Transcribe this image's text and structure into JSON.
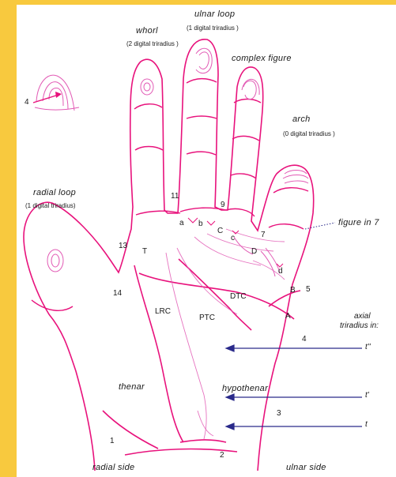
{
  "patterns": {
    "whorl": {
      "name": "whorl",
      "sub": "(2 digital triradius )"
    },
    "ulnar_loop": {
      "name": "ulnar loop",
      "sub": "(1 digital triradius )"
    },
    "complex_figure": {
      "name": "complex figure"
    },
    "arch": {
      "name": "arch",
      "sub": "(0 digital triradius )"
    },
    "radial_loop": {
      "name": "radial loop",
      "sub": "(1 digital triradius)"
    },
    "figure_in_7": {
      "name": "figure in 7"
    }
  },
  "triradii": {
    "a": "a",
    "b": "b",
    "c": "c",
    "d": "d",
    "T": "T",
    "C": "C",
    "D": "D",
    "B": "B",
    "A": "A"
  },
  "line_numbers": {
    "n1": "1",
    "n2": "2",
    "n3": "3",
    "n4": "4",
    "n5": "5",
    "n7": "7",
    "n9": "9",
    "n11": "11",
    "n13": "13",
    "n14": "14",
    "inset4": "4"
  },
  "creases": {
    "dtc": "DTC",
    "ptc": "PTC",
    "lrc": "LRC"
  },
  "regions": {
    "thenar": "thenar",
    "hypothenar": "hypothenar",
    "radial_side": "radial side",
    "ulnar_side": "ulnar side"
  },
  "axial": {
    "title_1": "axial",
    "title_2": "triradius in:",
    "t2": "t''",
    "t1": "t'",
    "t": "t"
  },
  "colors": {
    "background": "#f8c93e",
    "panel": "#ffffff",
    "outline": "#e8127c",
    "ridge": "#e25bb5",
    "arrow": "#2a2a8a"
  }
}
